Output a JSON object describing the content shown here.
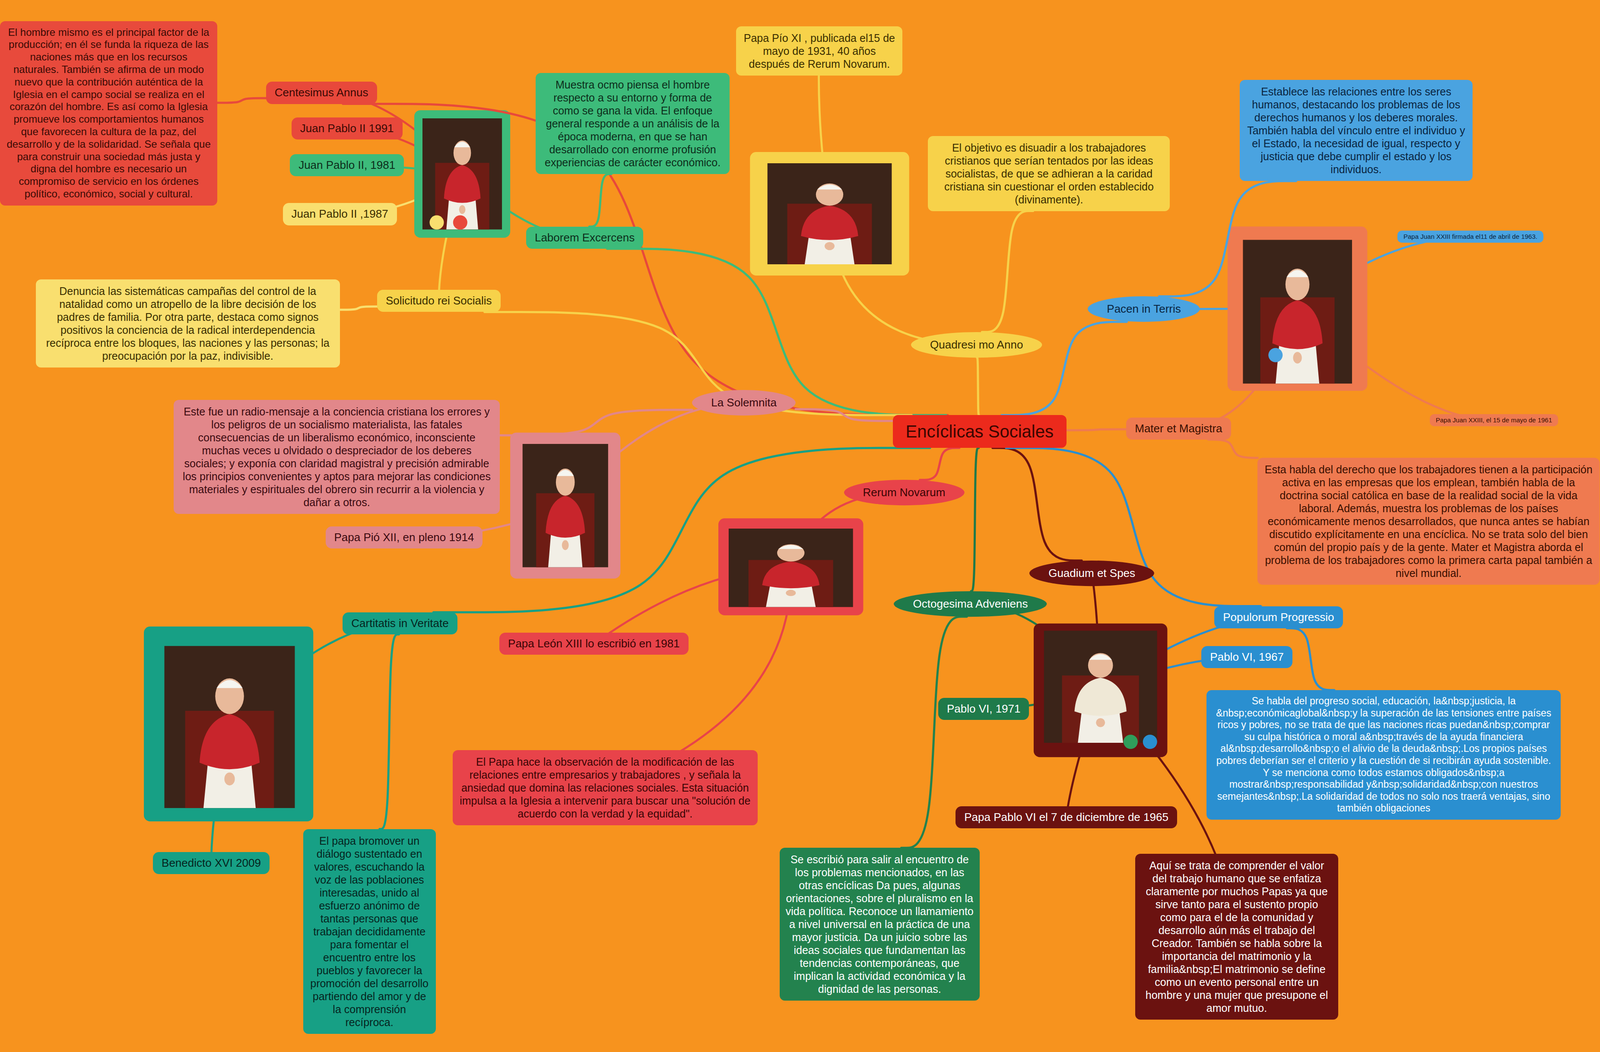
{
  "diagram": {
    "nodes": [
      {
        "text": [
          "Encíclicas Sociales"
        ]
      },
      {
        "text": [
          "Centesimus Annus"
        ]
      },
      {
        "text": [
          "El hombre mismo es el principal factor de la producción; en él se funda la riqueza de las naciones más que en los recursos naturales. También se afirma de un modo nuevo que la contribución auténtica de la Iglesia en el campo social se realiza en el corazón del hombre. Es así como la Iglesia promueve los comportamientos humanos que favorecen la cultura de la paz, del desarrollo y de la solidaridad. Se señala que para construir una sociedad más justa y digna del hombre es necesario un compromiso de servicio en los órdenes político, económico, social y cultural."
        ]
      },
      {
        "text": [
          "Juan Pablo II 1991"
        ]
      },
      {
        "text": [
          "Juan Pablo II, 1981"
        ]
      },
      {
        "text": [
          "Juan Pablo II ,1987"
        ]
      },
      {
        "text": [
          "Laborem Excercens"
        ]
      },
      {
        "text": [
          "Muestra ocmo piensa el hombre respecto a su entorno y forma de como se gana la vida. El enfoque general responde a un análisis de la época moderna, en que se han desarrollado con enorme profusión experiencias de carácter económico."
        ]
      },
      {
        "text": [
          "Solicitudo rei Socialis"
        ]
      },
      {
        "text": [
          "Denuncia las sistemáticas campañas del control de la natalidad como un atropello de la libre decisión de los padres de familia. Por otra parte, destaca como signos positivos la conciencia de la radical interdependencia recíproca entre los bloques, las naciones y las personas; la preocupación por la paz, indivisible."
        ]
      },
      {
        "text": [
          "La Solemnita"
        ]
      },
      {
        "text": [
          "Este fue un radio-mensaje a la conciencia cristiana los errores y los peligros de un socialismo materialista, las fatales consecuencias de un liberalismo económico, inconsciente muchas veces u olvidado o despreciador de los deberes sociales; y exponía con claridad magistral y precisión admirable los principios convenientes y aptos para mejorar las condiciones materiales y espirituales del obrero sin recurrir a la violencia y dañar a otros."
        ]
      },
      {
        "text": [
          "Papa Pió XII, en pleno 1914"
        ]
      },
      {
        "text": [
          "Rerum Novarum"
        ]
      },
      {
        "text": [
          "Papa León XIII lo escribió en 1981"
        ]
      },
      {
        "text": [
          "El Papa hace la observación de la modificación de las relaciones entre empresarios y trabajadores , y señala la ansiedad que domina las relaciones sociales. Esta situación impulsa a la Iglesia a intervenir para buscar una \"solución de acuerdo con la verdad y la equidad\"."
        ]
      },
      {
        "text": [
          "Cartitatis in Veritate"
        ]
      },
      {
        "text": [
          "Benedicto XVI 2009"
        ]
      },
      {
        "text": [
          "El papa bromover un diálogo sustentado en valores, escuchando la voz de las poblaciones interesadas, unido al esfuerzo anónimo de tantas personas que trabajan decididamente para fomentar el encuentro entre los pueblos y favorecer la promoción del desarrollo partiendo del amor y de la comprensión recíproca."
        ]
      },
      {
        "text": [
          "Octogesima Adveniens"
        ]
      },
      {
        "text": [
          "Pablo VI, 1971"
        ]
      },
      {
        "text": [
          "Se escribió para salir al encuentro de los problemas mencionados, en las otras encíclicas Da pues, algunas orientaciones, sobre el pluralismo en la vida política. Reconoce un llamamiento a nivel universal en la práctica de una mayor justicia. Da un juicio sobre las ideas sociales que fundamentan las tendencias contemporáneas, que implican la actividad económica y la dignidad de las personas."
        ]
      },
      {
        "text": [
          "Guadium et Spes"
        ]
      },
      {
        "text": [
          "Papa Pablo VI el 7 de diciembre de 1965"
        ]
      },
      {
        "text": [
          "Aquí se trata de comprender el valor del trabajo humano que se enfatiza claramente por muchos Papas ya que sirve tanto para el sustento propio como para el de la comunidad y desarrollo aún más el trabajo del Creador. También se habla sobre la importancia del matrimonio y la familia&nbsp;El matrimonio se define como un evento personal entre un hombre y una mujer que presupone el amor mutuo."
        ]
      },
      {
        "text": [
          "Populorum Progressio"
        ]
      },
      {
        "text": [
          "Pablo VI, 1967"
        ]
      },
      {
        "text": [
          "Se habla del progreso social, educación, la&nbsp;justicia, la &nbsp;económicaglobal&nbsp;y la superación de las tensiones entre países ricos y pobres, no se trata de que las naciones ricas puedan&nbsp;comprar su culpa histórica o moral a&nbsp;través de la ayuda financiera al&nbsp;desarrollo&nbsp;o el alivio de la deuda&nbsp;.Los propios países pobres deberían ser el criterio y la cuestión de si recibirán ayuda sostenible. Y se menciona como todos estamos obligados&nbsp;a mostrar&nbsp;responsabilidad y&nbsp;solidaridad&nbsp;con nuestros semejantes&nbsp;.La solidaridad de todos no solo nos traerá ventajas, sino también obligaciones"
        ]
      },
      {
        "text": [
          "Mater et Magistra"
        ]
      },
      {
        "text": [
          "Papa Juan XXIII, el 15 de mayo de 1961"
        ]
      },
      {
        "text": [
          "Esta habla del derecho que los trabajadores tienen a la participación activa en las empresas que los emplean, también habla de la doctrina social católica en base de la realidad social de la vida laboral. Además, muestra los problemas de los países económicamente menos desarrollados, que nunca antes se habían discutido explícitamente en una encíclica. No se trata solo del bien común del propio país y de la gente. Mater et Magistra aborda el problema de los trabajadores como la primera carta papal también a nivel mundial."
        ]
      },
      {
        "text": [
          "Pacen in Terris"
        ]
      },
      {
        "text": [
          "Establece las relaciones entre los seres humanos, destacando los problemas de los derechos humanos y los deberes morales. También habla del vínculo entre el individuo y el Estado, la necesidad de igual, respecto y justicia que debe cumplir el estado y los individuos."
        ]
      },
      {
        "text": [
          "Papa Juan XXIII firmada el11 de abril de 1963."
        ]
      },
      {
        "text": [
          "Quadresi mo Anno"
        ]
      },
      {
        "text": [
          "Papa Pío XI , publicada el15 de mayo de 1931, 40 años después de Rerum Novarum."
        ]
      },
      {
        "text": [
          "El objetivo es disuadir a los trabajadores cristianos que serían tentados por las ideas socialistas, de que se adhieran a la caridad cristiana sin cuestionar el orden establecido (divinamente)."
        ]
      }
    ],
    "edges": [
      {
        "from": 0,
        "to": 1,
        "arrow": "none"
      },
      {
        "from": 0,
        "to": 6,
        "arrow": "none"
      },
      {
        "from": 0,
        "to": 8,
        "arrow": "none"
      },
      {
        "from": 0,
        "to": 10,
        "arrow": "none"
      },
      {
        "from": 0,
        "to": 13,
        "arrow": "none"
      },
      {
        "from": 0,
        "to": 16,
        "arrow": "none"
      },
      {
        "from": 0,
        "to": 19,
        "arrow": "none"
      },
      {
        "from": 0,
        "to": 22,
        "arrow": "none"
      },
      {
        "from": 0,
        "to": 25,
        "arrow": "none"
      },
      {
        "from": 0,
        "to": 28,
        "arrow": "none"
      },
      {
        "from": 0,
        "to": 31,
        "arrow": "none"
      },
      {
        "from": 0,
        "to": 34,
        "arrow": "none"
      },
      {
        "from": 1,
        "to": 2,
        "arrow": "none"
      },
      {
        "from": 6,
        "to": 7,
        "arrow": "none"
      },
      {
        "from": 8,
        "to": 9,
        "arrow": "none"
      },
      {
        "from": 10,
        "to": 11,
        "arrow": "none"
      },
      {
        "from": 16,
        "to": 18,
        "arrow": "none"
      },
      {
        "from": 19,
        "to": 21,
        "arrow": "none"
      },
      {
        "from": 25,
        "to": 27,
        "arrow": "none"
      },
      {
        "from": 28,
        "to": 30,
        "arrow": "none"
      },
      {
        "from": 31,
        "to": 32,
        "arrow": "none"
      },
      {
        "from": 34,
        "to": 36,
        "arrow": "none"
      }
    ]
  }
}
